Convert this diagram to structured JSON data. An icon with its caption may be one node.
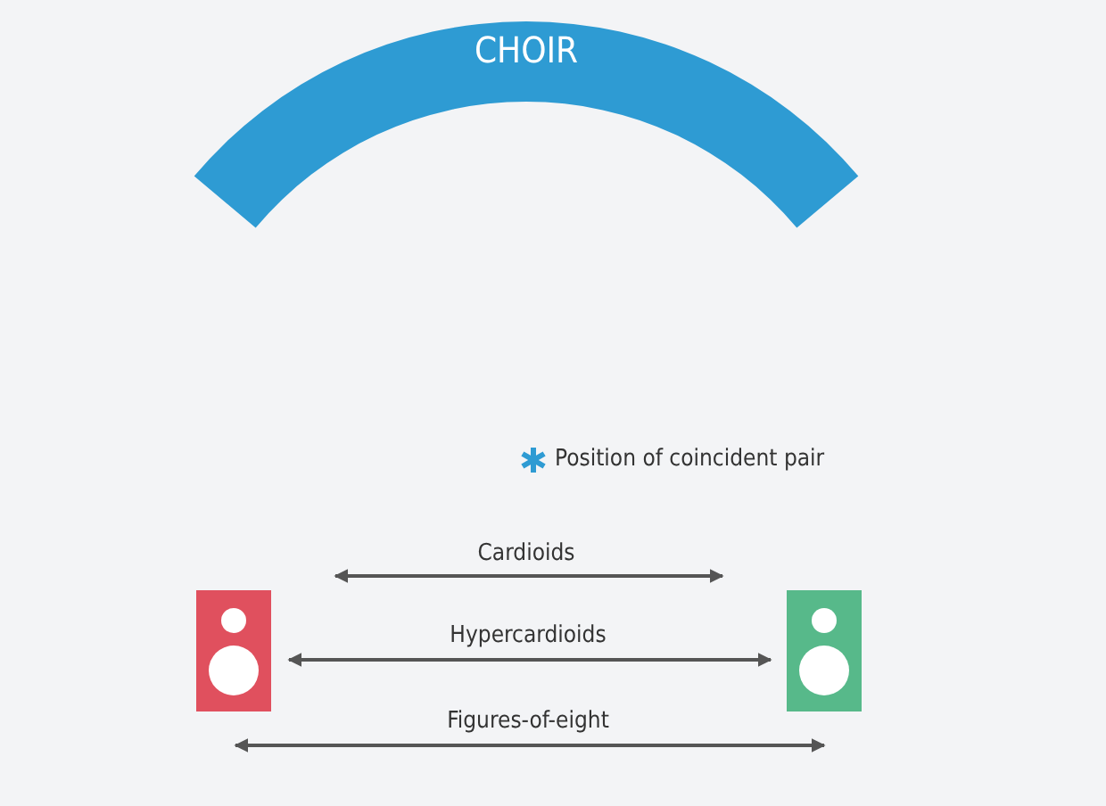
{
  "diagram": {
    "nodes": [
      {
        "text": [
          "CHOIR"
        ]
      }
    ],
    "edges": [],
    "labels": [
      "Cardioids",
      "Hypercardioids",
      "Figures-of-eight"
    ],
    "legend": [
      {
        "text": "Position of coincident pair"
      }
    ]
  }
}
